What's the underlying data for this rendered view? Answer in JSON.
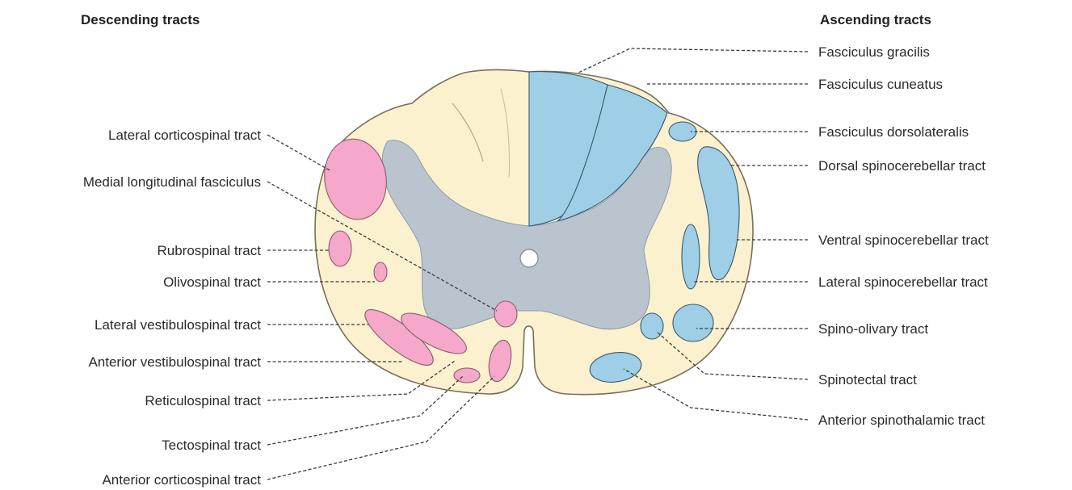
{
  "headings": {
    "descending": "Descending tracts",
    "ascending": "Ascending tracts"
  },
  "descending_tracts": [
    "Lateral corticospinal tract",
    "Medial longitudinal fasciculus",
    "Rubrospinal tract",
    "Olivospinal tract",
    "Lateral vestibulospinal tract",
    "Anterior vestibulospinal tract",
    "Reticulospinal tract",
    "Tectospinal tract",
    "Anterior corticospinal tract"
  ],
  "ascending_tracts": [
    "Fasciculus gracilis",
    "Fasciculus cuneatus",
    "Fasciculus dorsolateralis",
    "Dorsal spinocerebellar tract",
    "Ventral spinocerebellar tract",
    "Lateral spinocerebellar tract",
    "Spino-olivary tract",
    "Spinotectal tract",
    "Anterior spinothalamic tract"
  ],
  "colors": {
    "white_matter": "#fbf1cf",
    "grey_matter": "#b9c4cf",
    "ascending_tract": "#9fcfe6",
    "descending_tract": "#f5a8c9"
  }
}
